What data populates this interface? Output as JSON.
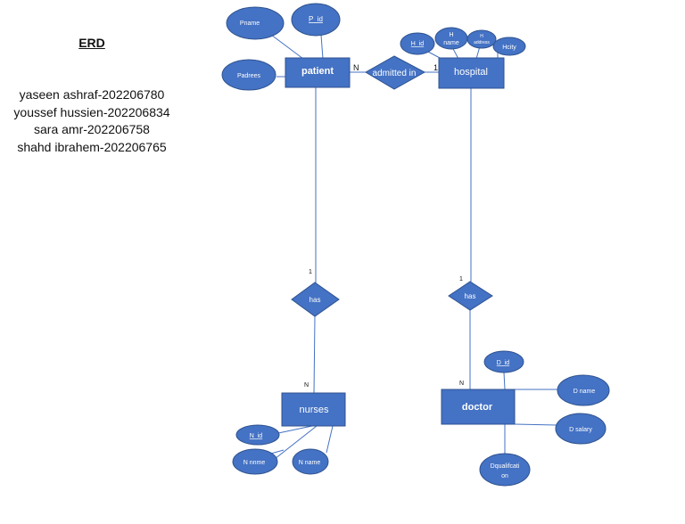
{
  "erd_title": "ERD",
  "authors": [
    "yaseen ashraf-202206780",
    "youssef hussien-202206834",
    "sara amr-202206758",
    "shahd ibrahem-202206765"
  ],
  "entities": {
    "patient": "patient",
    "hospital": "hospital",
    "nurses": "nurses",
    "doctor": "doctor"
  },
  "relationships": {
    "admitted": "admitted in",
    "patient_nurses": "has",
    "hospital_doctor": "has"
  },
  "attributes": {
    "pname": "Pname",
    "p_id": "P_id",
    "padrees": "Padrees",
    "h_id": "H_id",
    "h_name": [
      "H",
      "name"
    ],
    "h_address": [
      "H",
      "address"
    ],
    "hcity": "Hcity",
    "n_id": "N_id",
    "n_nnme": "N nnme",
    "n_name": "N name",
    "d_id": "D_id",
    "d_name": "D name",
    "d_salary": "D salary",
    "dqualification": [
      "Dqualifcati",
      "on"
    ]
  },
  "cardinalities": {
    "patient_admitted": "N",
    "hospital_admitted": "1",
    "patient_has": "1",
    "nurses_has": "N",
    "hospital_has": "1",
    "doctor_has": "N"
  },
  "colors": {
    "fill": "#4472c4",
    "line": "#4472c4",
    "stroke": "#2f528f",
    "text": "#ffffff"
  }
}
